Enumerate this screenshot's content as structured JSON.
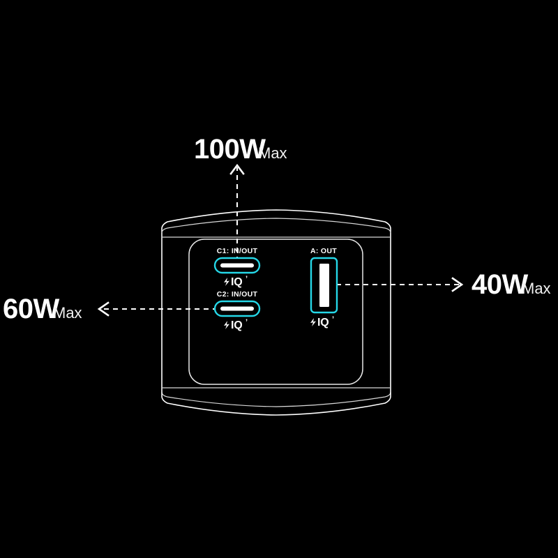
{
  "scene": {
    "background_color": "#000000",
    "device": "power bank front face with three charging ports",
    "accent_color": "#25d8e8",
    "line_color": "#ffffff"
  },
  "callouts": [
    {
      "id": "top",
      "value": "100W",
      "unit_label": "Max",
      "direction": "up",
      "source_port": "C1: IN/OUT"
    },
    {
      "id": "left",
      "value": "60W",
      "unit_label": "Max",
      "direction": "left",
      "source_port": "C2: IN/OUT"
    },
    {
      "id": "right",
      "value": "40W",
      "unit_label": "Max",
      "direction": "right",
      "source_port": "A: OUT"
    }
  ],
  "ports": [
    {
      "id": "c1",
      "label": "C1: IN/OUT",
      "type": "usb-c",
      "badge": "IQ",
      "badge_prefix": "⮟",
      "badge_suffix": "’"
    },
    {
      "id": "c2",
      "label": "C2: IN/OUT",
      "type": "usb-c",
      "badge": "IQ",
      "badge_prefix": "⮟",
      "badge_suffix": "’"
    },
    {
      "id": "a",
      "label": "A: OUT",
      "type": "usb-a",
      "badge": "IQ",
      "badge_prefix": "⮟",
      "badge_suffix": "’"
    }
  ]
}
